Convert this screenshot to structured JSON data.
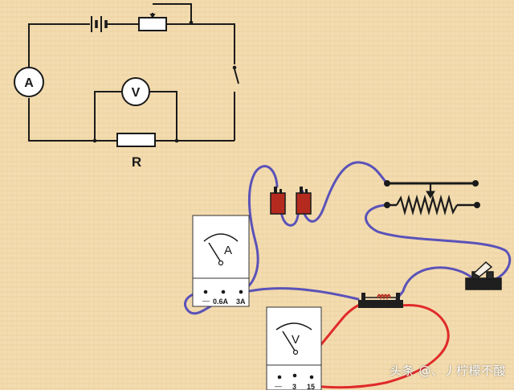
{
  "schematic": {
    "ammeter_symbol": "A",
    "voltmeter_symbol": "V",
    "resistor_label": "R"
  },
  "ammeter": {
    "face_letter": "A",
    "terminal_labels": [
      "—",
      "0.6A",
      "3A"
    ]
  },
  "voltmeter": {
    "face_letter": "V",
    "terminal_labels": [
      "—",
      "3",
      "15"
    ]
  },
  "watermark": "头条 @、丿柠檬不酸",
  "colors": {
    "background": "#f3dcb0",
    "line": "#1a1a1a",
    "wire_blue": "#5a52b8",
    "wire_red": "#e02a2a",
    "battery_red": "#b52a1e"
  }
}
